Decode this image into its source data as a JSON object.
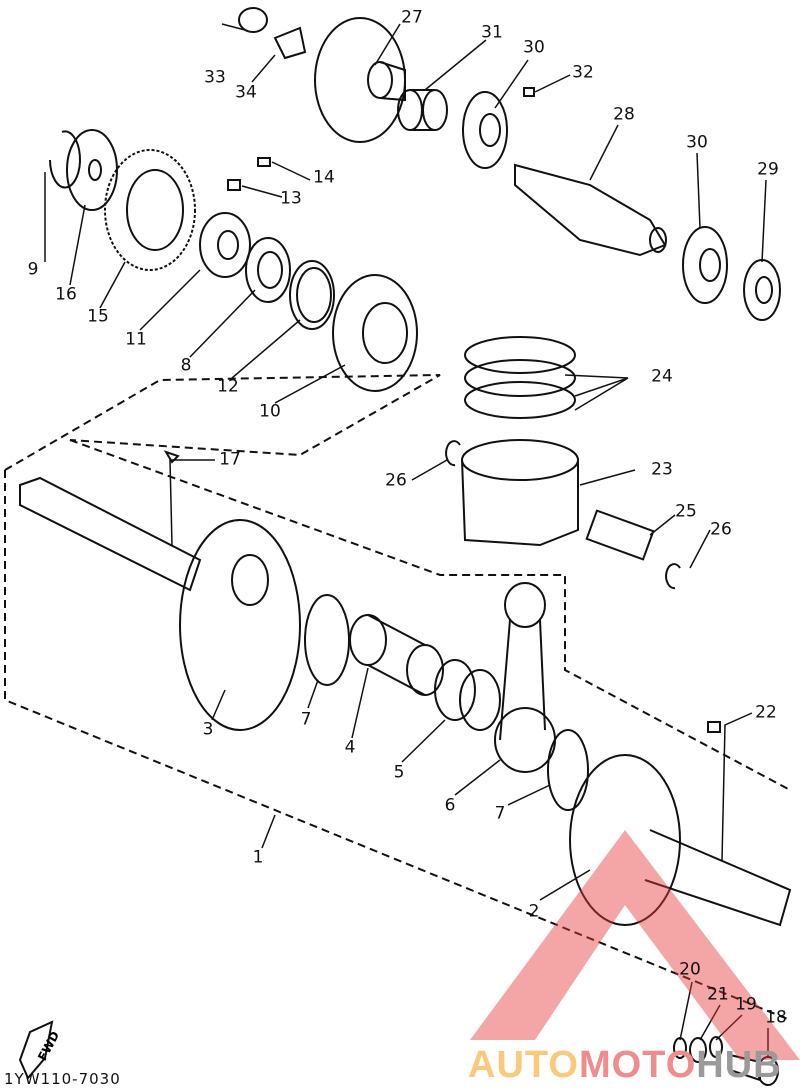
{
  "diagram": {
    "code": "1YW110-7030",
    "fwd_label": "FWD",
    "watermark": {
      "part1": "AUTO",
      "part2": "MOTO",
      "part3": "HUB"
    },
    "colors": {
      "line": "#111111",
      "watermark_red": "#e63a3a",
      "watermark_orange": "#fcc97a"
    },
    "callouts": [
      {
        "id": "27"
      },
      {
        "id": "31"
      },
      {
        "id": "30"
      },
      {
        "id": "32"
      },
      {
        "id": "33"
      },
      {
        "id": "34"
      },
      {
        "id": "28"
      },
      {
        "id": "30"
      },
      {
        "id": "29"
      },
      {
        "id": "14"
      },
      {
        "id": "13"
      },
      {
        "id": "9"
      },
      {
        "id": "16"
      },
      {
        "id": "15"
      },
      {
        "id": "11"
      },
      {
        "id": "8"
      },
      {
        "id": "12"
      },
      {
        "id": "10"
      },
      {
        "id": "24"
      },
      {
        "id": "17"
      },
      {
        "id": "26"
      },
      {
        "id": "23"
      },
      {
        "id": "25"
      },
      {
        "id": "26"
      },
      {
        "id": "22"
      },
      {
        "id": "3"
      },
      {
        "id": "7"
      },
      {
        "id": "4"
      },
      {
        "id": "5"
      },
      {
        "id": "6"
      },
      {
        "id": "7"
      },
      {
        "id": "1"
      },
      {
        "id": "2"
      },
      {
        "id": "20"
      },
      {
        "id": "21"
      },
      {
        "id": "19"
      },
      {
        "id": "18"
      }
    ]
  }
}
